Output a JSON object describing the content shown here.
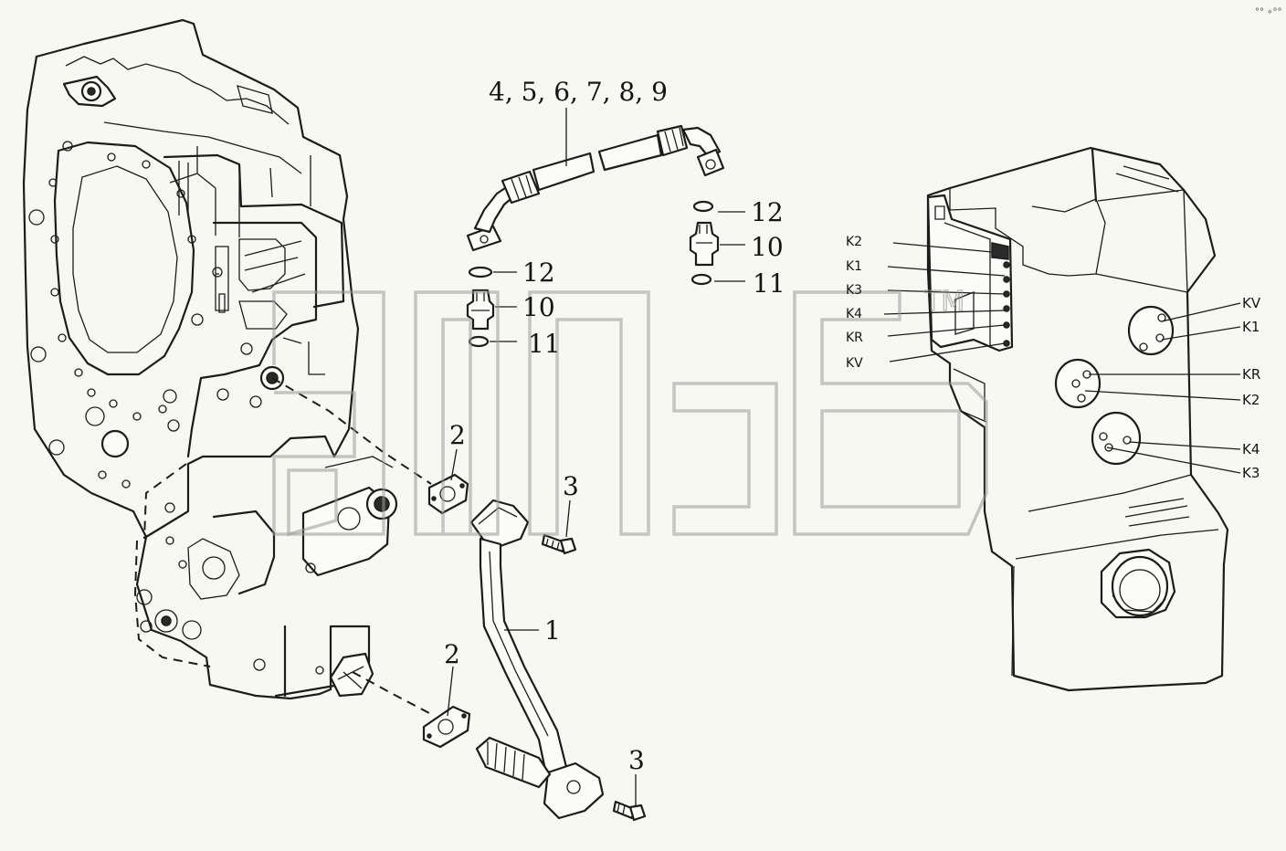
{
  "callouts": {
    "hose": "4, 5, 6, 7, 8, 9",
    "oring_top_right": "12",
    "fitting_right": "10",
    "oring_bottom_right": "11",
    "oring_top_left": "12",
    "fitting_left": "10",
    "oring_bottom_left": "11",
    "gasket_upper": "2",
    "bolt_upper": "3",
    "pipe": "1",
    "gasket_lower": "2",
    "bolt_lower": "3"
  },
  "valve_ports": [
    "K2",
    "K1",
    "K3",
    "K4",
    "KR",
    "KV"
  ],
  "side_ports": {
    "upper": [
      "KV",
      "K1"
    ],
    "middle": [
      "KR",
      "K2"
    ],
    "lower": [
      "K4",
      "K3"
    ]
  },
  "watermark": {
    "mark": "TM"
  },
  "corner_mark": "°° ∘°°"
}
